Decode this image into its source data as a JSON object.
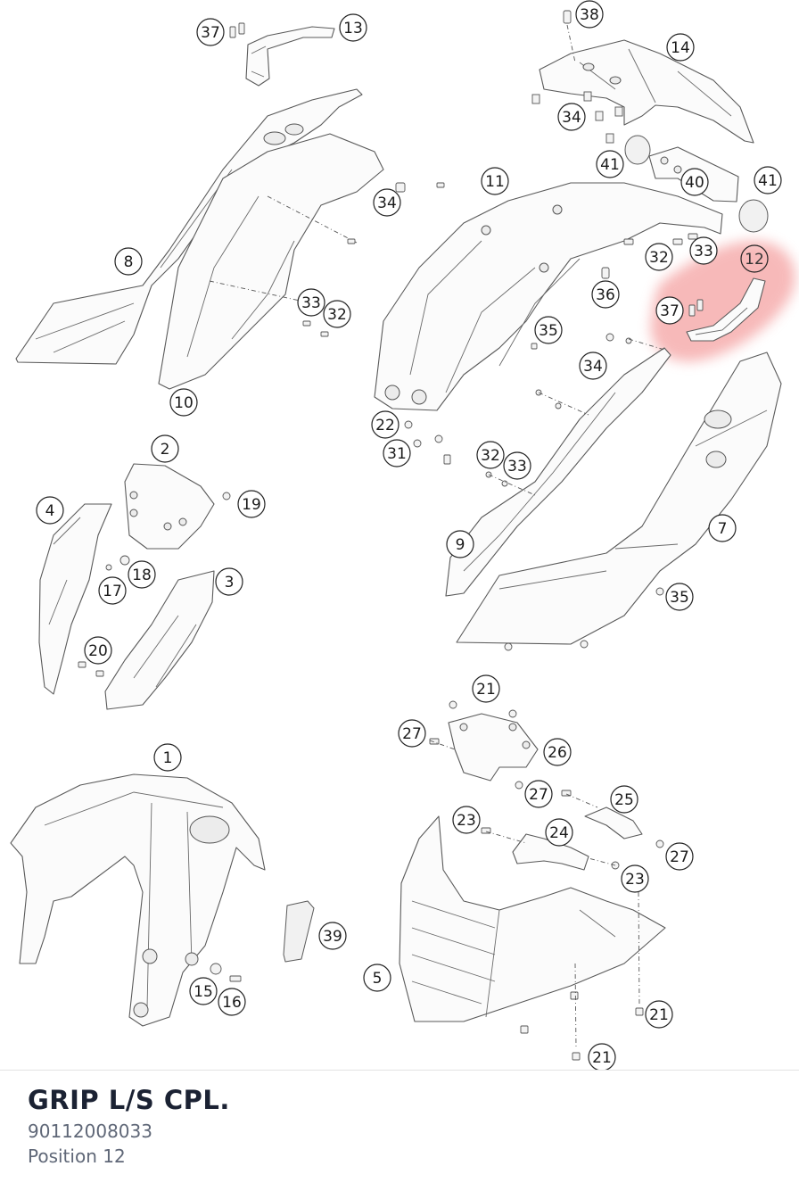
{
  "highlight_color": "#f28b8b",
  "callouts": [
    {
      "id": "c37a",
      "label": "37"
    },
    {
      "id": "c13",
      "label": "13"
    },
    {
      "id": "c38",
      "label": "38"
    },
    {
      "id": "c14",
      "label": "14"
    },
    {
      "id": "c34a",
      "label": "34"
    },
    {
      "id": "c41a",
      "label": "41"
    },
    {
      "id": "c40",
      "label": "40"
    },
    {
      "id": "c41b",
      "label": "41"
    },
    {
      "id": "c11",
      "label": "11"
    },
    {
      "id": "c34b",
      "label": "34"
    },
    {
      "id": "c8",
      "label": "8"
    },
    {
      "id": "c32a",
      "label": "32"
    },
    {
      "id": "c33a",
      "label": "33"
    },
    {
      "id": "c12",
      "label": "12"
    },
    {
      "id": "c36",
      "label": "36"
    },
    {
      "id": "c33b",
      "label": "33"
    },
    {
      "id": "c32b",
      "label": "32"
    },
    {
      "id": "c37b",
      "label": "37"
    },
    {
      "id": "c35a",
      "label": "35"
    },
    {
      "id": "c34c",
      "label": "34"
    },
    {
      "id": "c10",
      "label": "10"
    },
    {
      "id": "c22",
      "label": "22"
    },
    {
      "id": "c31",
      "label": "31"
    },
    {
      "id": "c32c",
      "label": "32"
    },
    {
      "id": "c33c",
      "label": "33"
    },
    {
      "id": "c2",
      "label": "2"
    },
    {
      "id": "c19",
      "label": "19"
    },
    {
      "id": "c4",
      "label": "4"
    },
    {
      "id": "c18",
      "label": "18"
    },
    {
      "id": "c17",
      "label": "17"
    },
    {
      "id": "c3",
      "label": "3"
    },
    {
      "id": "c7",
      "label": "7"
    },
    {
      "id": "c9",
      "label": "9"
    },
    {
      "id": "c35b",
      "label": "35"
    },
    {
      "id": "c20",
      "label": "20"
    },
    {
      "id": "c21a",
      "label": "21"
    },
    {
      "id": "c27a",
      "label": "27"
    },
    {
      "id": "c26",
      "label": "26"
    },
    {
      "id": "c1",
      "label": "1"
    },
    {
      "id": "c27b",
      "label": "27"
    },
    {
      "id": "c25",
      "label": "25"
    },
    {
      "id": "c23a",
      "label": "23"
    },
    {
      "id": "c24",
      "label": "24"
    },
    {
      "id": "c27c",
      "label": "27"
    },
    {
      "id": "c23b",
      "label": "23"
    },
    {
      "id": "c39",
      "label": "39"
    },
    {
      "id": "c5",
      "label": "5"
    },
    {
      "id": "c15",
      "label": "15"
    },
    {
      "id": "c16",
      "label": "16"
    },
    {
      "id": "c21b",
      "label": "21"
    },
    {
      "id": "c21c",
      "label": "21"
    }
  ],
  "part": {
    "title": "GRIP L/S CPL.",
    "number": "90112008033",
    "position": "Position 12"
  }
}
